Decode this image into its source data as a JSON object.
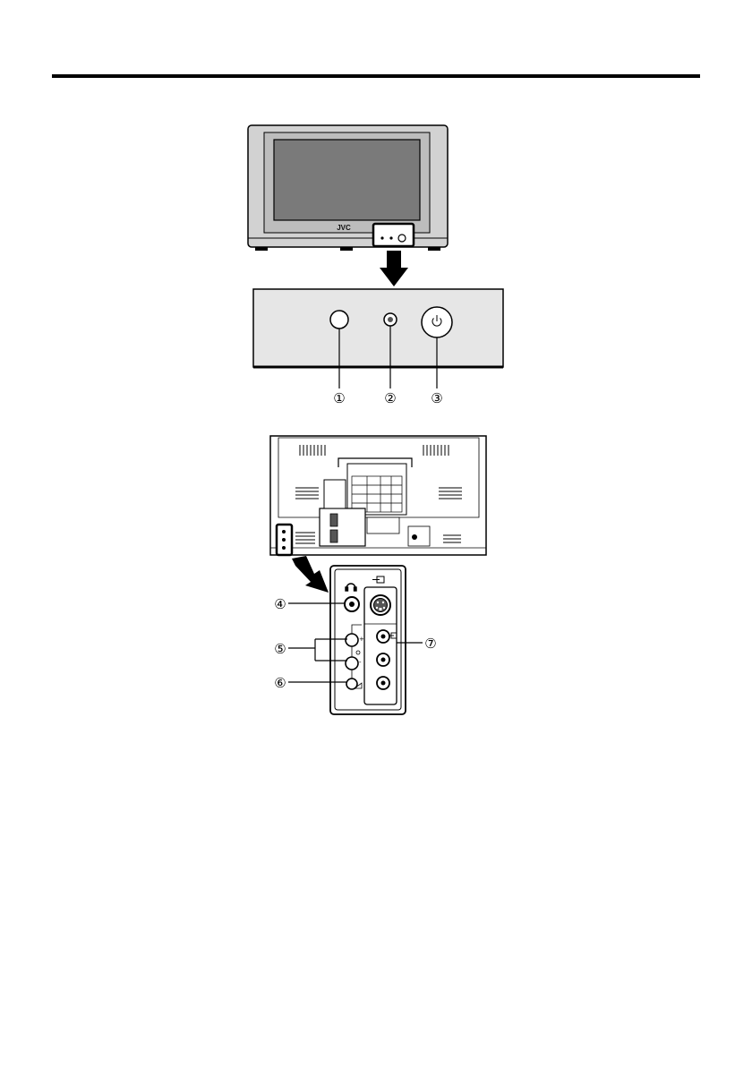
{
  "brand": "JVC",
  "callouts": [
    "①",
    "②",
    "③",
    "④",
    "⑤",
    "⑥",
    "⑦"
  ],
  "icons": {
    "power": "power-icon",
    "headphones": "headphones-icon",
    "input": "input-icon",
    "volume": "volume-icon",
    "channel": "channel-icon"
  },
  "colors": {
    "screen": "#7a7a7a",
    "bezel": "#c9c9c9",
    "panel": "#e6e6e6",
    "line": "#000000"
  }
}
